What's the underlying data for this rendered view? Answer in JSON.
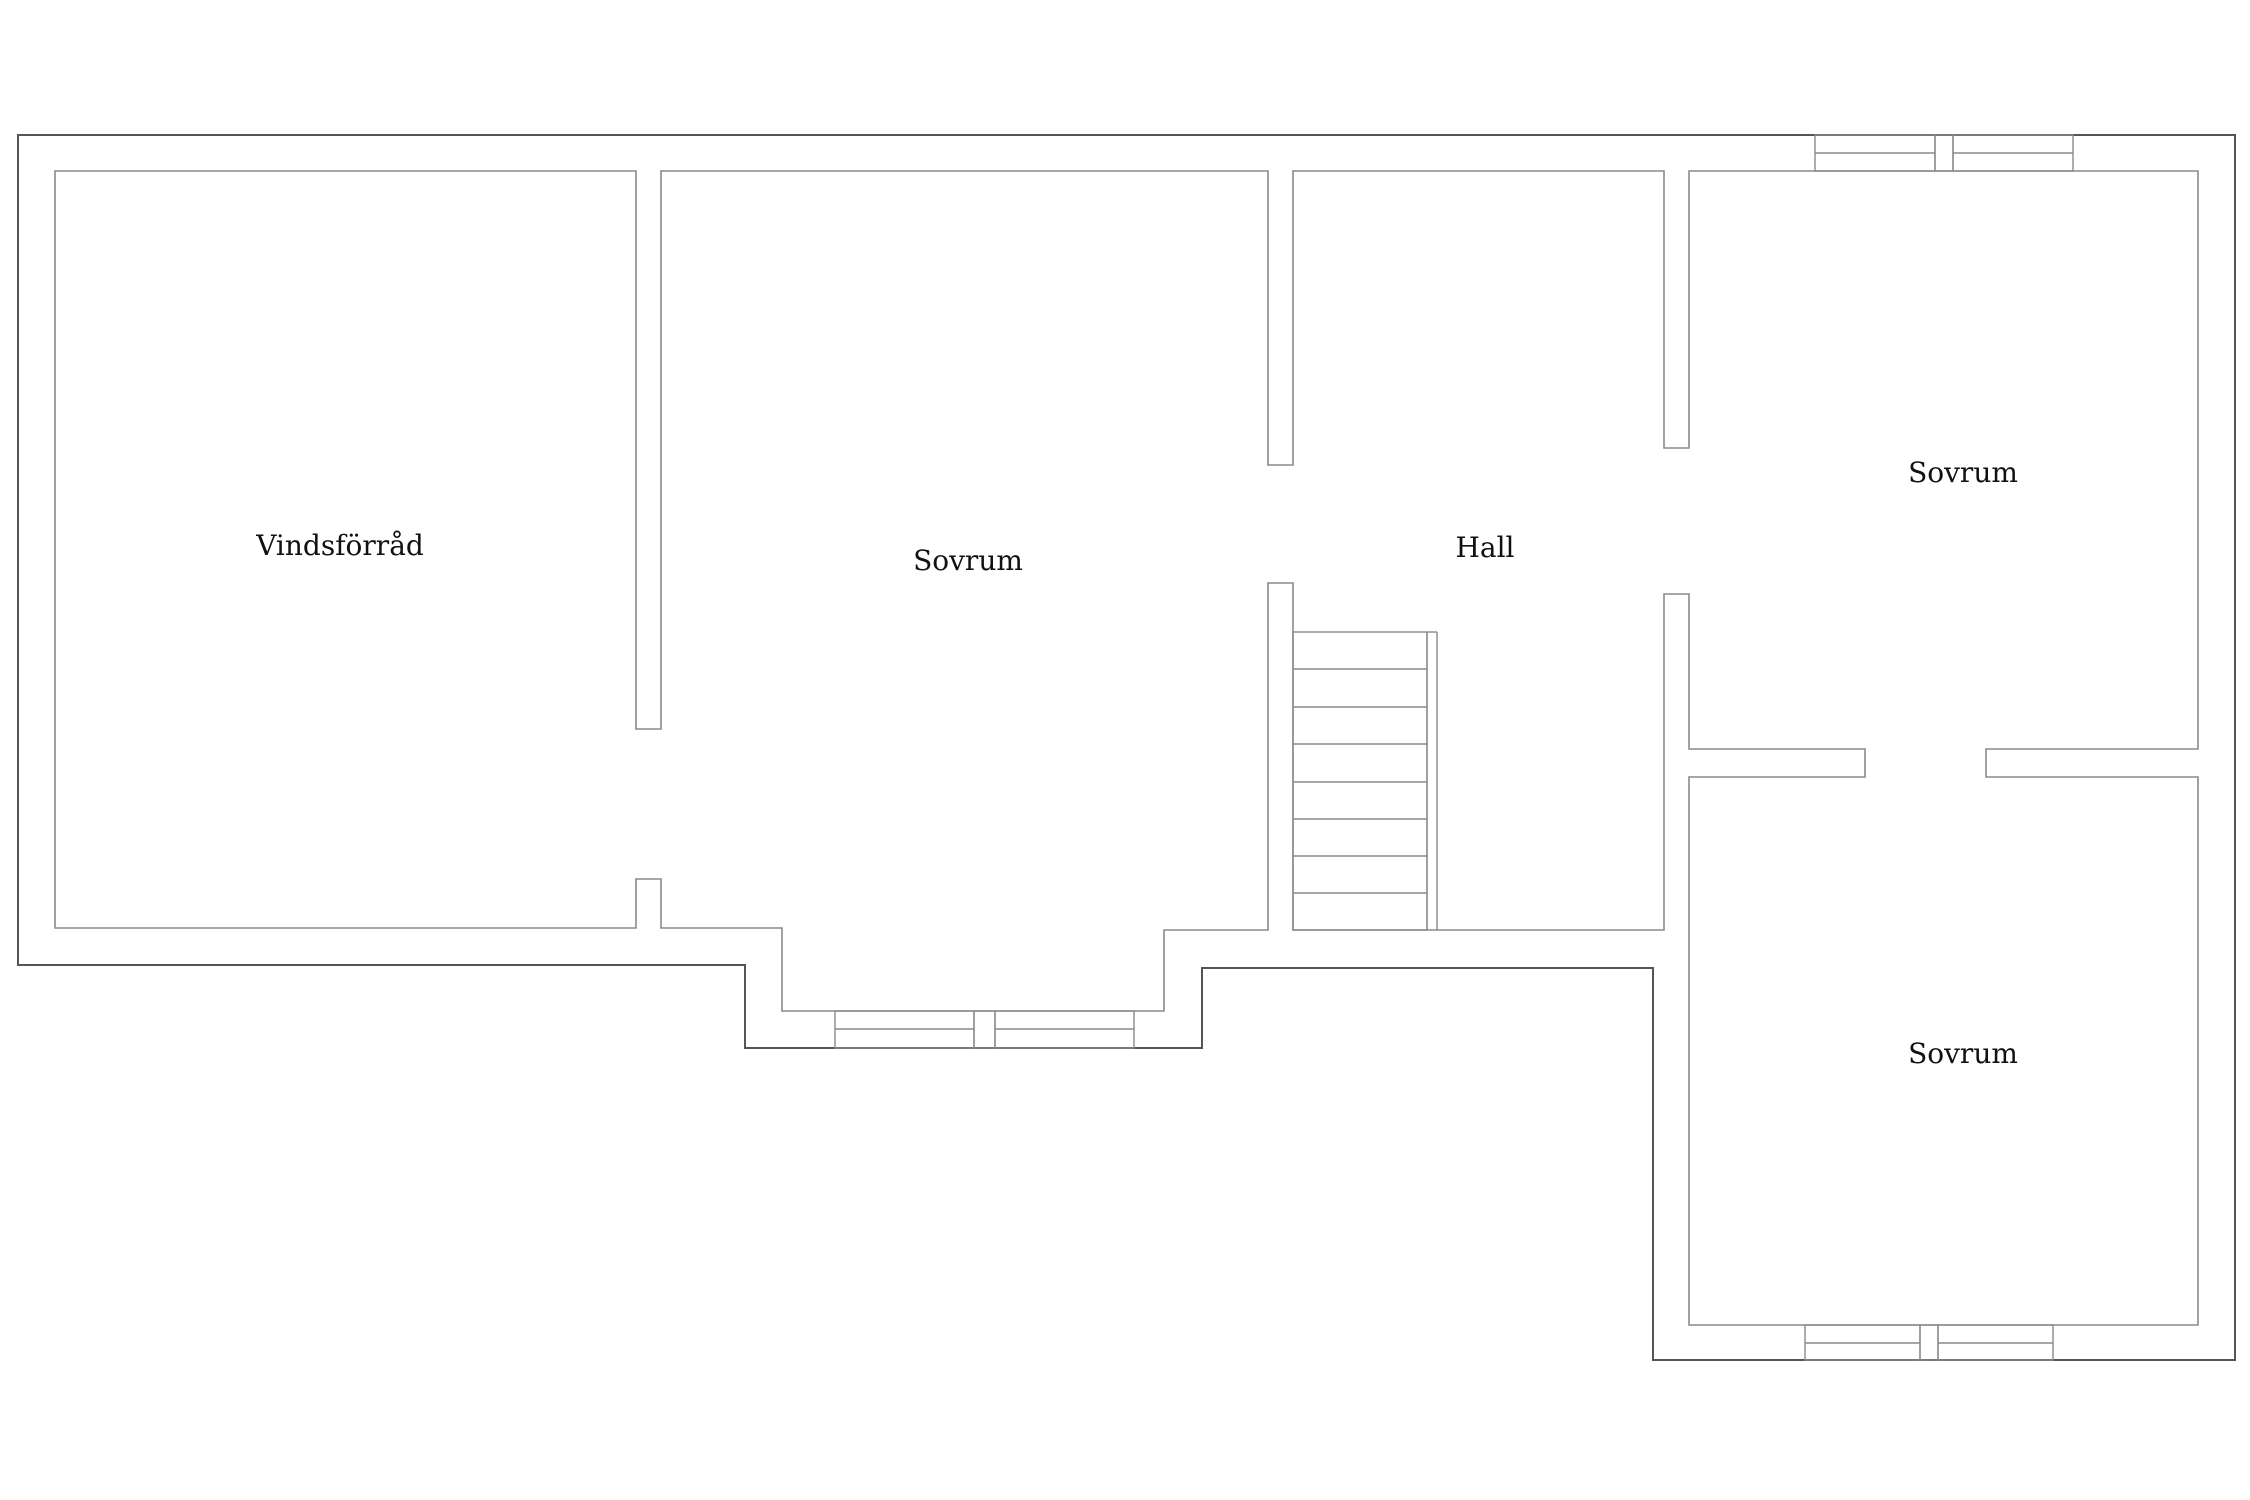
{
  "rooms": {
    "vindsforrad": "Vindsförråd",
    "sovrum_center": "Sovrum",
    "hall": "Hall",
    "sovrum_right_top": "Sovrum",
    "sovrum_right_bottom": "Sovrum"
  },
  "colors": {
    "outer_wall": "#555555",
    "inner_wall": "#8a8a8a",
    "label": "#111111",
    "background": "#ffffff"
  }
}
